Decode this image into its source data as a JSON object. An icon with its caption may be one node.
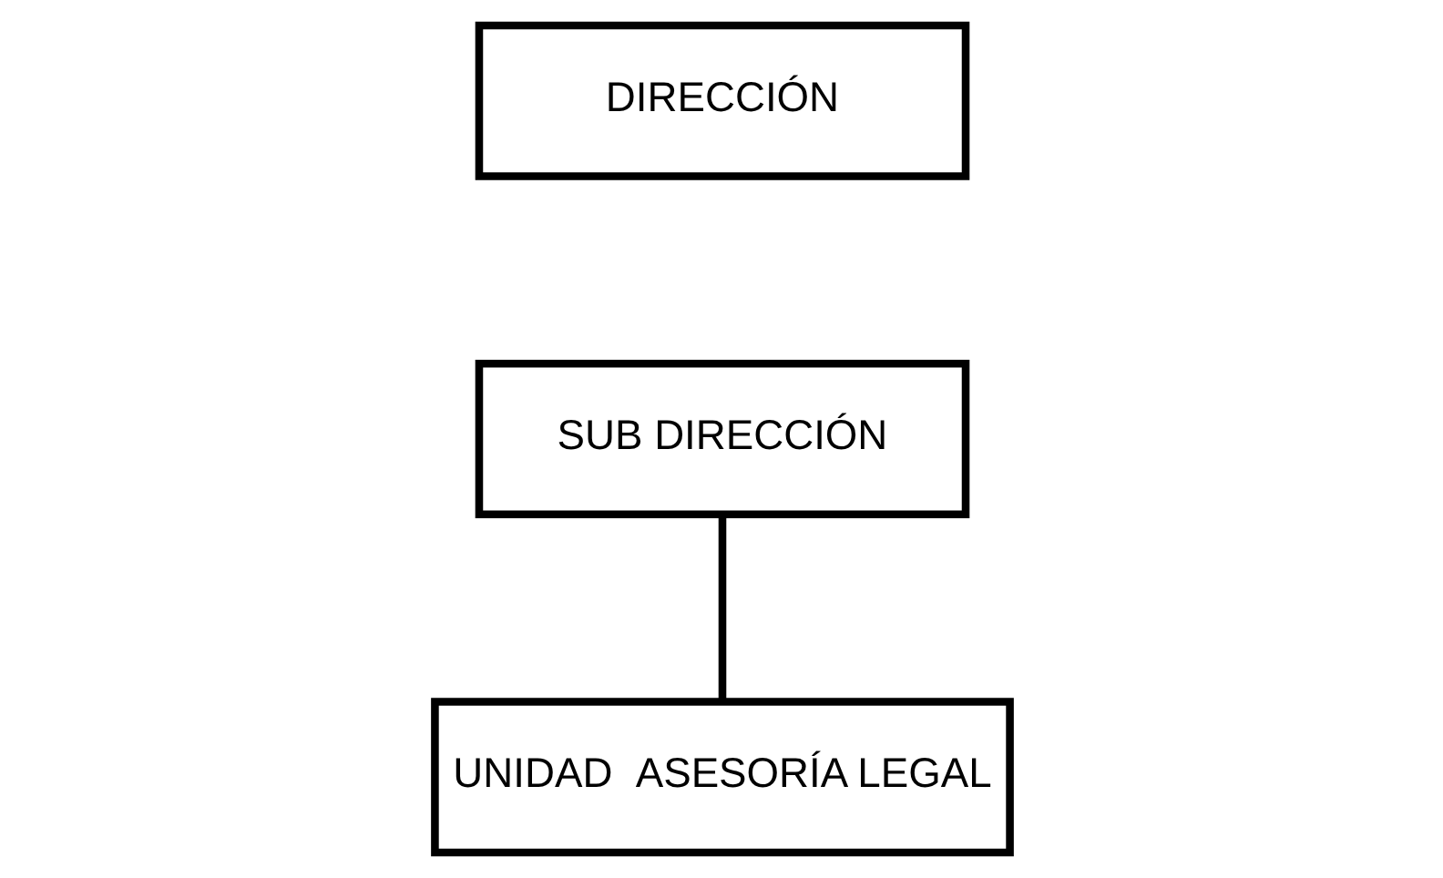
{
  "diagram": {
    "nodes": [
      {
        "text": [
          "DIRECCIÓN"
        ]
      },
      {
        "text": [
          "SUB DIRECCIÓN"
        ]
      },
      {
        "text": [
          "UNIDAD  ASESORÍA LEGAL"
        ]
      }
    ],
    "edges": [
      {
        "from": 1,
        "to": 2,
        "arrow": "none"
      }
    ]
  }
}
